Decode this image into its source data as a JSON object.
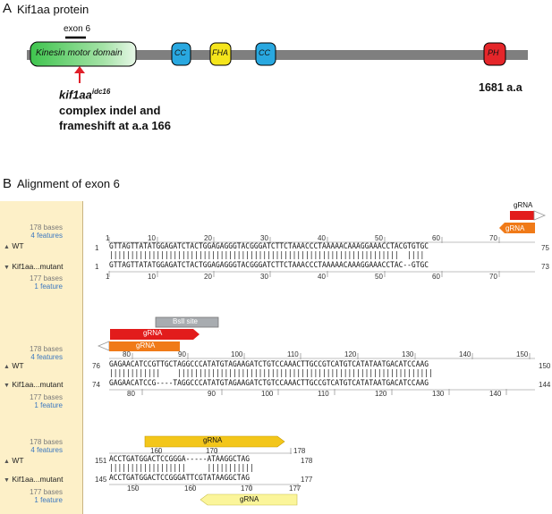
{
  "panelA": {
    "letter": "A",
    "title": "Kif1aa protein",
    "exon_label": "exon 6",
    "domains": {
      "motor": "Kinesin motor domain",
      "cc1": "CC",
      "fha": "FHA",
      "cc2": "CC",
      "ph": "PH"
    },
    "length_label": "1681 a.a",
    "allele_base": "kif1aa",
    "allele_sup": "idc16",
    "allele_desc_1": "complex indel and",
    "allele_desc_2": "frameshift at a.a 166"
  },
  "panelB": {
    "letter": "B",
    "title": "Alignment of exon 6",
    "blocks": [
      {
        "wt_bases": "178 bases",
        "wt_features": "4 features",
        "wt_name": "WT",
        "mut_name": "Kif1aa...mutant",
        "mut_bases": "177 bases",
        "mut_features": "1 feature",
        "wt_seq": "GTTAGTTATATGGAGATCTACTGGAGAGGGTACGGGATCTTCTAAACCCTAAAAACAAAGGAAACCTACGTGTGC",
        "match": "||||||||||||||||||||||||||||||||||||||||||||||||||||||||||||||||||||  ||||",
        "mut_seq": "GTTAGTTATATGGAGATCTACTGGAGAGGGTACGGGATCTTCTAAACCCTAAAAACAAAGGAAACCTAC--GTGC",
        "wt_start": "1",
        "wt_end": "75",
        "mut_start": "1",
        "mut_end": "73",
        "top_ticks": [
          "1",
          "10",
          "20",
          "30",
          "40",
          "50",
          "60",
          "70"
        ],
        "bottom_ticks": [
          "1",
          "10",
          "20",
          "30",
          "40",
          "50",
          "60",
          "70"
        ],
        "features": [
          "gRNA",
          "gRNA"
        ]
      },
      {
        "wt_bases": "178 bases",
        "wt_features": "4 features",
        "wt_name": "WT",
        "mut_name": "Kif1aa...mutant",
        "mut_bases": "177 bases",
        "mut_features": "1 feature",
        "wt_seq": "GAGAACATCCGTTGCTAGGCCCATATGTAGAAGATCTGTCCAAACTTGCCGTCATGTCATATAATGACATCCAAG",
        "match": "||||||||||||    ||||||||||||||||||||||||||||||||||||||||||||||||||||||||||||",
        "mut_seq": "GAGAACATCCG----TAGGCCCATATGTAGAAGATCTGTCCAAACTTGCCGTCATGTCATATAATGACATCCAAG",
        "wt_start": "76",
        "wt_end": "150",
        "mut_start": "74",
        "mut_end": "144",
        "top_ticks": [
          "80",
          "90",
          "100",
          "110",
          "120",
          "130",
          "140",
          "150"
        ],
        "bottom_ticks": [
          "80",
          "90",
          "100",
          "110",
          "120",
          "130",
          "140"
        ],
        "features": [
          "BslI site",
          "gRNA",
          "gRNA"
        ]
      },
      {
        "wt_bases": "178 bases",
        "wt_features": "4 features",
        "wt_name": "WT",
        "mut_name": "Kif1aa...mutant",
        "mut_bases": "177 bases",
        "mut_features": "1 feature",
        "wt_seq": "ACCTGATGGACTCCGGGA-----ATAAGGCTAG",
        "match": "||||||||||||||||||     |||||||||||",
        "mut_seq": "ACCTGATGGACTCCGGGATTCGTATAAGGCTAG",
        "wt_start": "151",
        "wt_end": "178",
        "mut_start": "145",
        "mut_end": "177",
        "top_ticks": [
          "160",
          "170",
          "178"
        ],
        "bottom_ticks": [
          "150",
          "160",
          "170",
          "177"
        ],
        "features": [
          "gRNA",
          "gRNA"
        ]
      }
    ]
  },
  "colors": {
    "backbone": "#7f7f7f",
    "motor": "#39c44a",
    "cc": "#29a8e0",
    "fha": "#f5e51c",
    "ph": "#e5262a",
    "arrow": "#e0202a",
    "grna_red": "#e21c1c",
    "grna_orange": "#f07a18",
    "grna_yellow": "#f3c61a",
    "grna_pale": "#fbf59a",
    "bsli": "#a8acb0"
  }
}
